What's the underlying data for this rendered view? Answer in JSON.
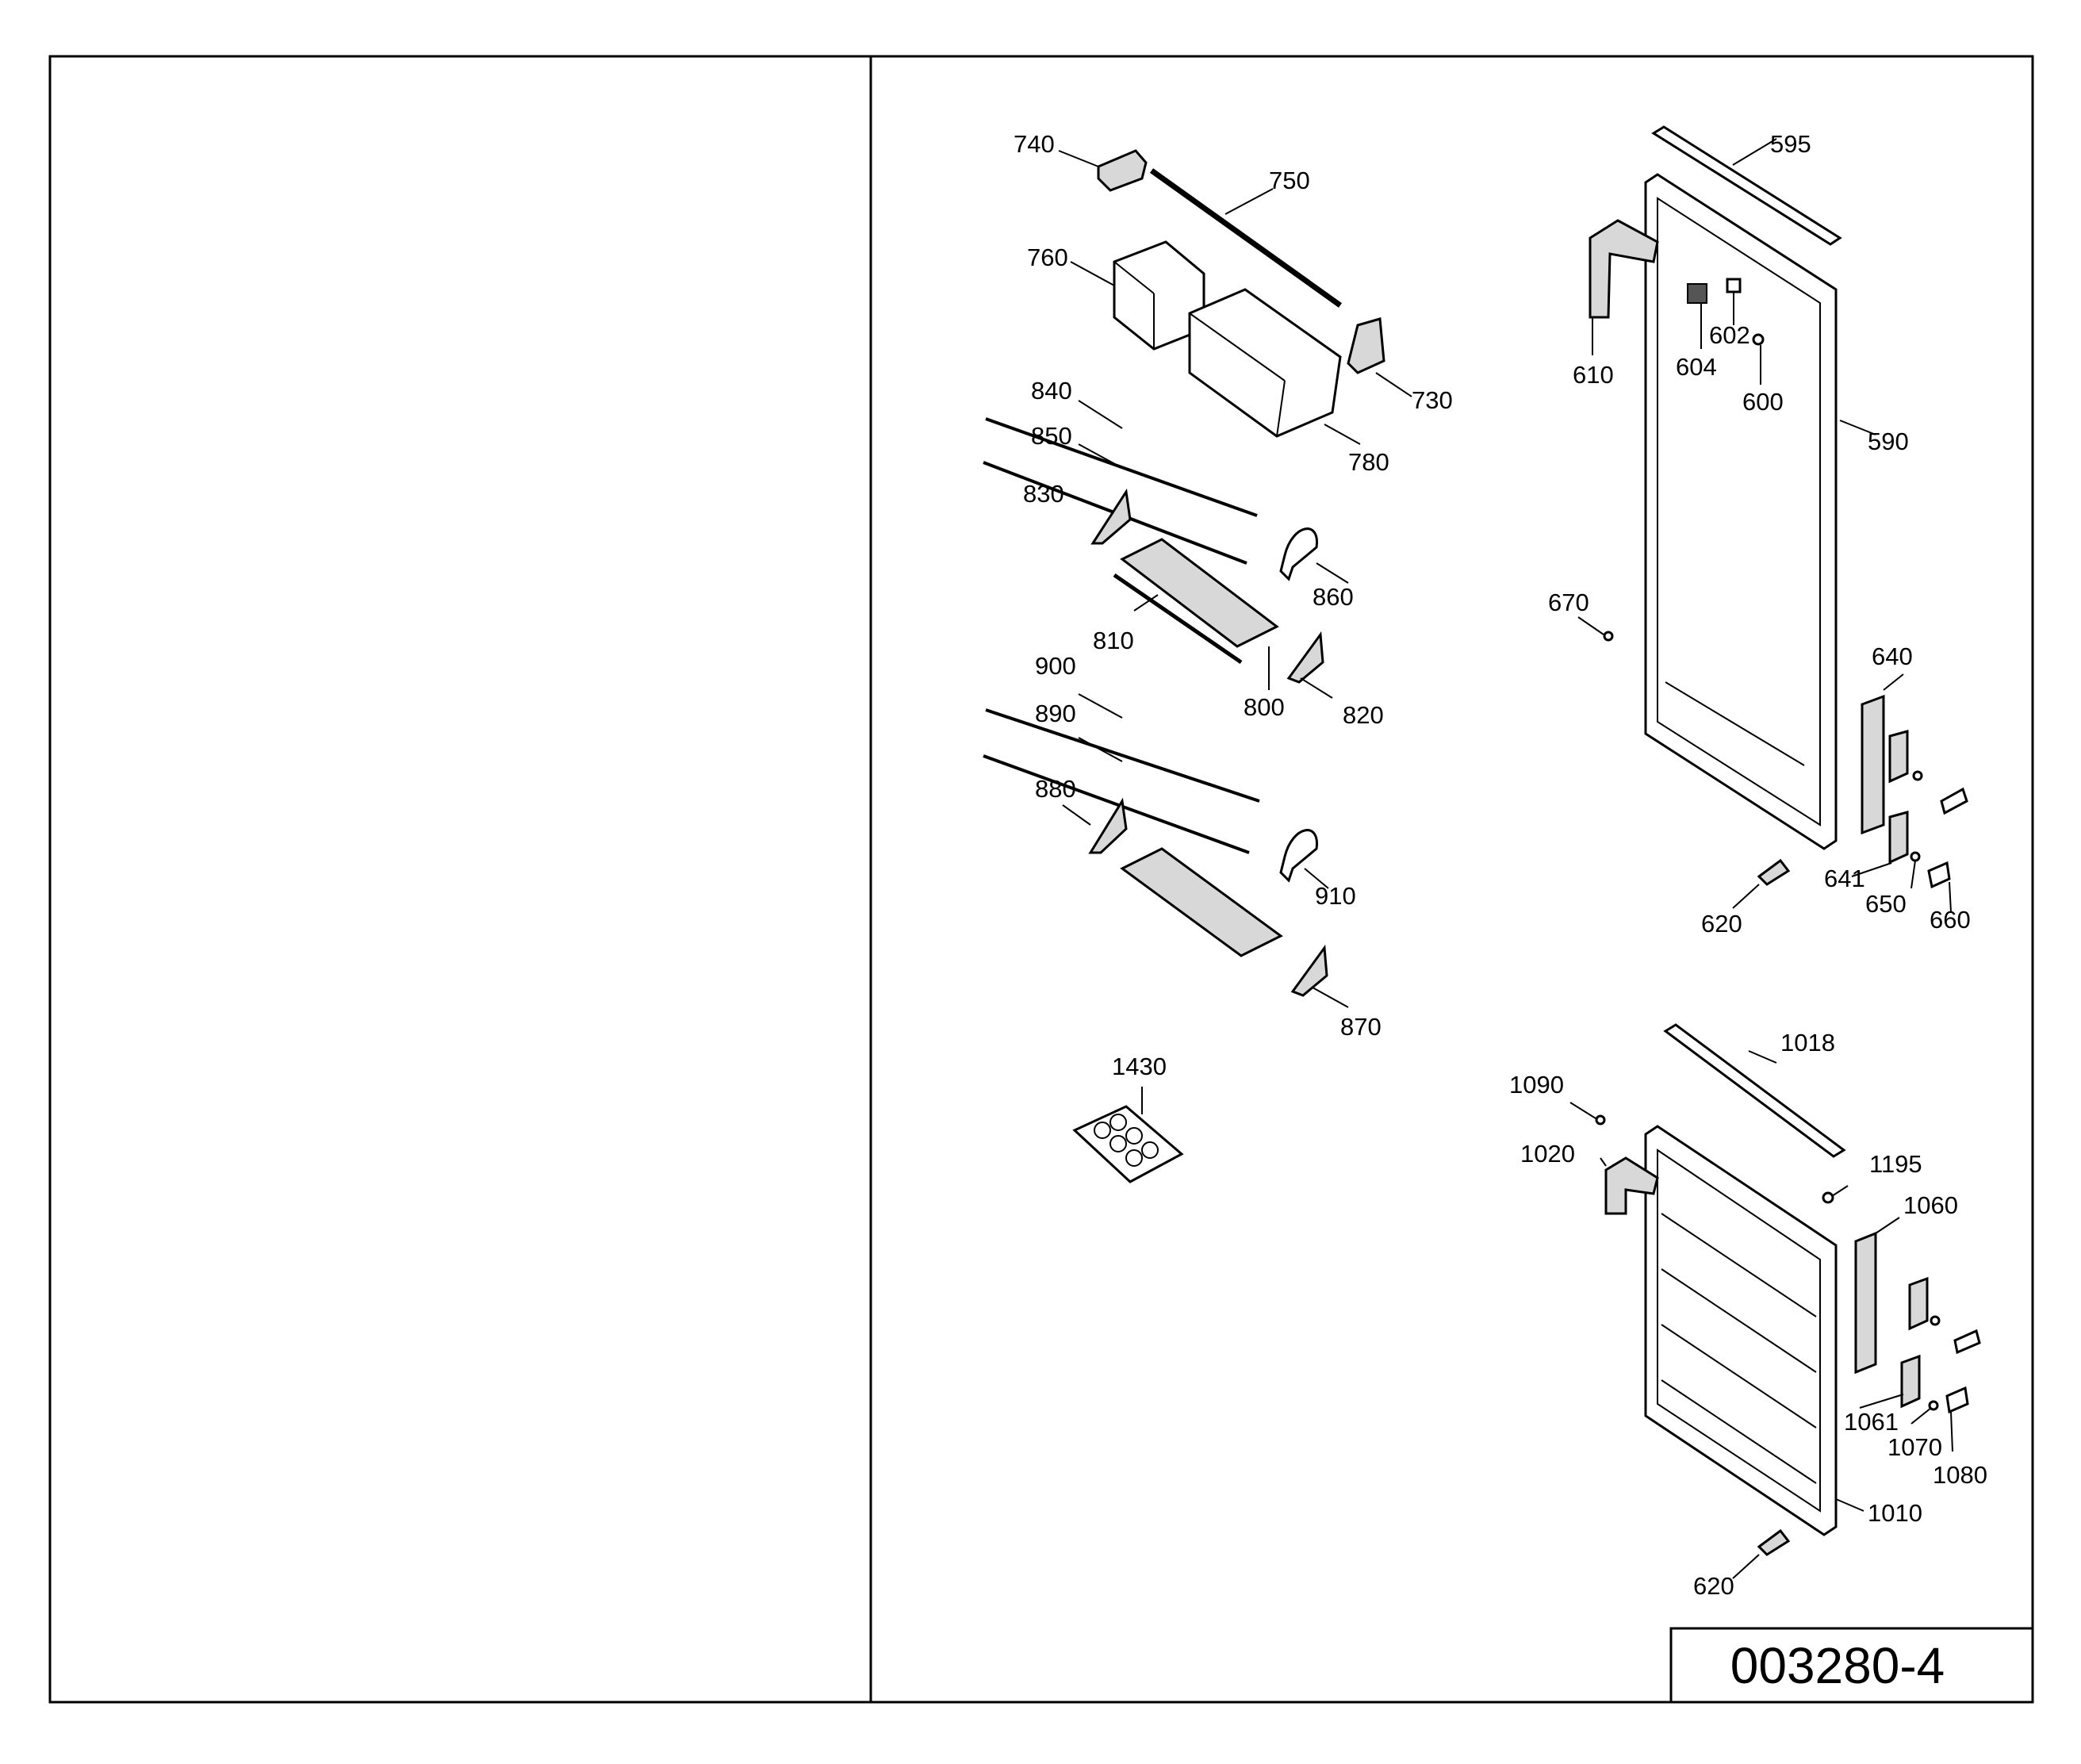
{
  "drawing_number": "003280-4",
  "labels": {
    "p740": "740",
    "p750": "750",
    "p760": "760",
    "p730": "730",
    "p780": "780",
    "p840": "840",
    "p850": "850",
    "p830": "830",
    "p860": "860",
    "p810": "810",
    "p800": "800",
    "p820": "820",
    "p900": "900",
    "p890": "890",
    "p880": "880",
    "p910": "910",
    "p870": "870",
    "p1430": "1430",
    "p595": "595",
    "p610": "610",
    "p604": "604",
    "p602": "602",
    "p600": "600",
    "p590": "590",
    "p670": "670",
    "p640": "640",
    "p641": "641",
    "p650": "650",
    "p660": "660",
    "p620a": "620",
    "p1018": "1018",
    "p1090": "1090",
    "p1020": "1020",
    "p1195": "1195",
    "p1060": "1060",
    "p1061": "1061",
    "p1070": "1070",
    "p1080": "1080",
    "p1010": "1010",
    "p620b": "620"
  }
}
